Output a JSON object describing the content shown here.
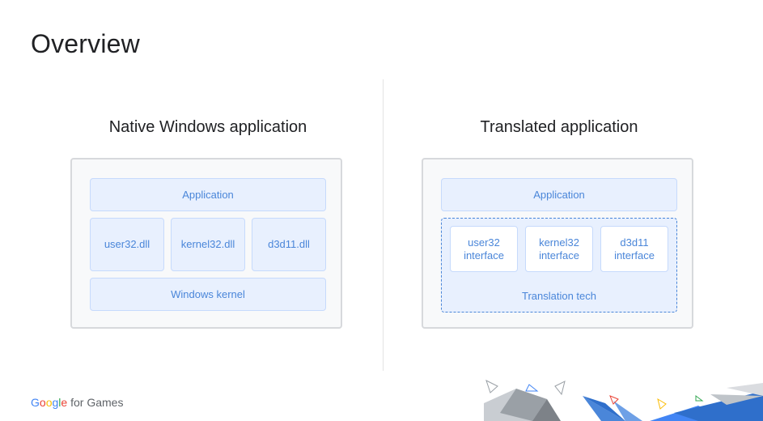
{
  "slide": {
    "title": "Overview"
  },
  "left": {
    "heading": "Native Windows application",
    "app": "Application",
    "dlls": [
      "user32.dll",
      "kernel32.dll",
      "d3d11.dll"
    ],
    "kernel": "Windows kernel"
  },
  "right": {
    "heading": "Translated application",
    "app": "Application",
    "interfaces": [
      {
        "line1": "user32",
        "line2": "interface"
      },
      {
        "line1": "kernel32",
        "line2": "interface"
      },
      {
        "line1": "d3d11",
        "line2": "interface"
      }
    ],
    "translation": "Translation tech"
  },
  "footer": {
    "logo_letters": [
      "G",
      "o",
      "o",
      "g",
      "l",
      "e"
    ],
    "logo_suffix": " for Games"
  },
  "colors": {
    "accent": "#4a86d9",
    "block_fill": "#e8f0fe",
    "frame_border": "#d7d9dc"
  }
}
